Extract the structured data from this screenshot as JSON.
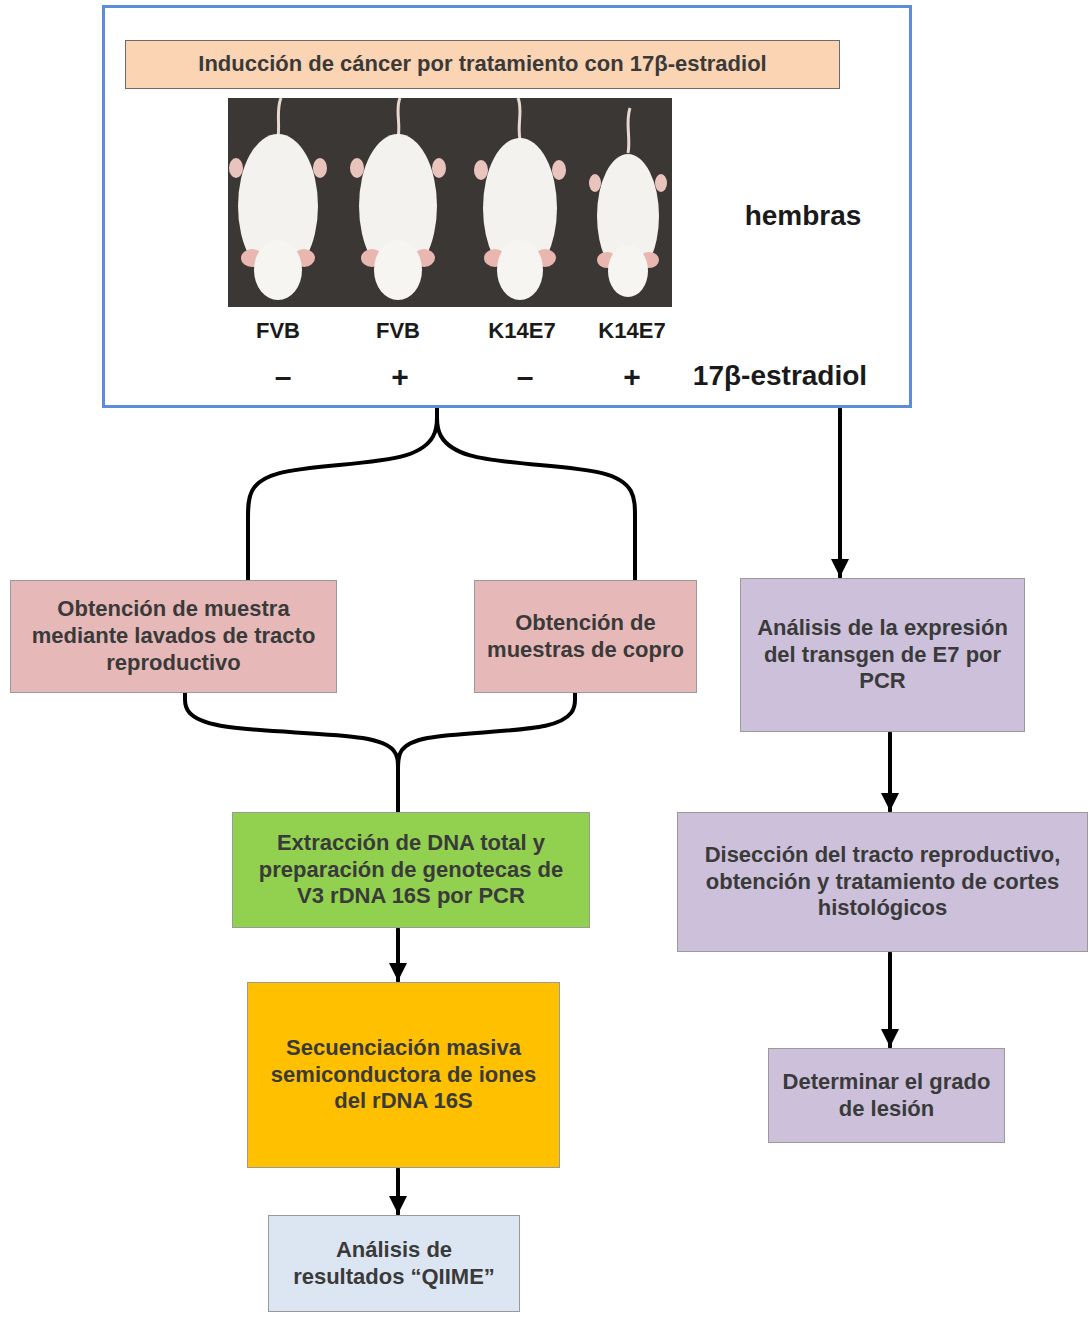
{
  "diagram": {
    "nodes": [
      {
        "text": [
          "hembras"
        ]
      },
      {
        "text": [
          "Inducción de cáncer por tratamiento con 17β-estradiol"
        ],
        "in": 0
      },
      {
        "text": [
          "Obtención de muestra mediante lavados de tracto reproductivo"
        ]
      },
      {
        "text": [
          "Obtención de muestras de copro"
        ]
      },
      {
        "text": [
          "Análisis de la expresión del transgen de E7 por PCR"
        ]
      },
      {
        "text": [
          "Extracción de DNA total y preparación de genotecas de V3 rDNA 16S por PCR"
        ]
      },
      {
        "text": [
          "Disección del tracto reproductivo, obtención y tratamiento de cortes histológicos"
        ]
      },
      {
        "text": [
          "Secuenciación masiva semiconductora de iones del rDNA 16S"
        ]
      },
      {
        "text": [
          "Determinar el grado de lesión"
        ]
      },
      {
        "text": [
          "Análisis de resultados “QIIME”"
        ]
      }
    ],
    "edges": [
      {
        "from": 0,
        "to": 2,
        "arrow": "none"
      },
      {
        "from": 0,
        "to": 3,
        "arrow": "none"
      },
      {
        "from": 0,
        "to": 4,
        "arrow": "to"
      },
      {
        "from": 2,
        "to": 5,
        "arrow": "none"
      },
      {
        "from": 3,
        "to": 5,
        "arrow": "none"
      },
      {
        "from": 4,
        "to": 6,
        "arrow": "to"
      },
      {
        "from": 5,
        "to": 7,
        "arrow": "to"
      },
      {
        "from": 6,
        "to": 8,
        "arrow": "to"
      },
      {
        "from": 7,
        "to": 9,
        "arrow": "to"
      }
    ],
    "labels": [
      "FVB",
      "FVB",
      "K14E7",
      "K14E7",
      "–",
      "+",
      "–",
      "+",
      "17β-estradiol"
    ]
  }
}
